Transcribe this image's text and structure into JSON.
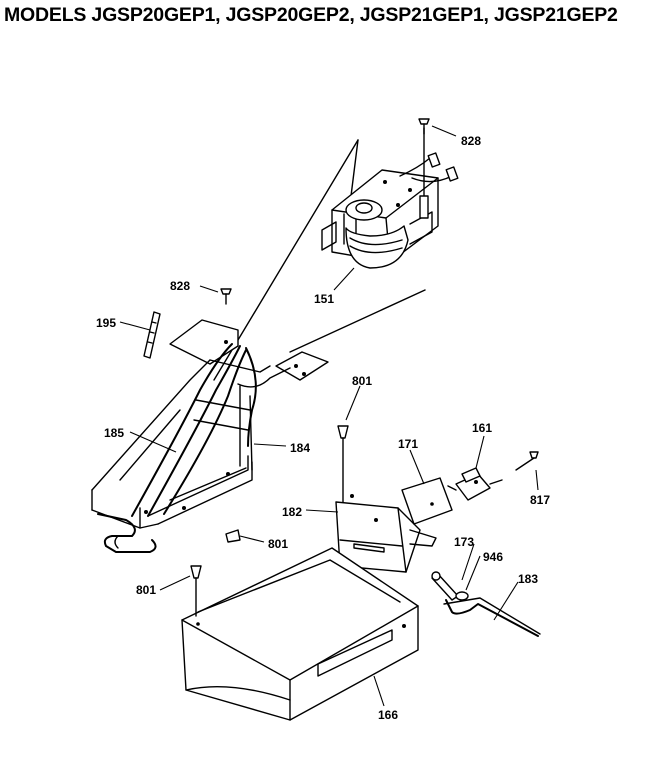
{
  "header": {
    "title": "MODELS JGSP20GEP1, JGSP20GEP2, JGSP21GEP1, JGSP21GEP2"
  },
  "parts": [
    {
      "id": "p828a",
      "number": "828"
    },
    {
      "id": "p151",
      "number": "151"
    },
    {
      "id": "p828b",
      "number": "828"
    },
    {
      "id": "p195",
      "number": "195"
    },
    {
      "id": "p801a",
      "number": "801"
    },
    {
      "id": "p161",
      "number": "161"
    },
    {
      "id": "p185",
      "number": "185"
    },
    {
      "id": "p184",
      "number": "184"
    },
    {
      "id": "p171",
      "number": "171"
    },
    {
      "id": "p817",
      "number": "817"
    },
    {
      "id": "p182",
      "number": "182"
    },
    {
      "id": "p801b",
      "number": "801"
    },
    {
      "id": "p173",
      "number": "173"
    },
    {
      "id": "p946",
      "number": "946"
    },
    {
      "id": "p183",
      "number": "183"
    },
    {
      "id": "p801c",
      "number": "801"
    },
    {
      "id": "p166",
      "number": "166"
    }
  ]
}
